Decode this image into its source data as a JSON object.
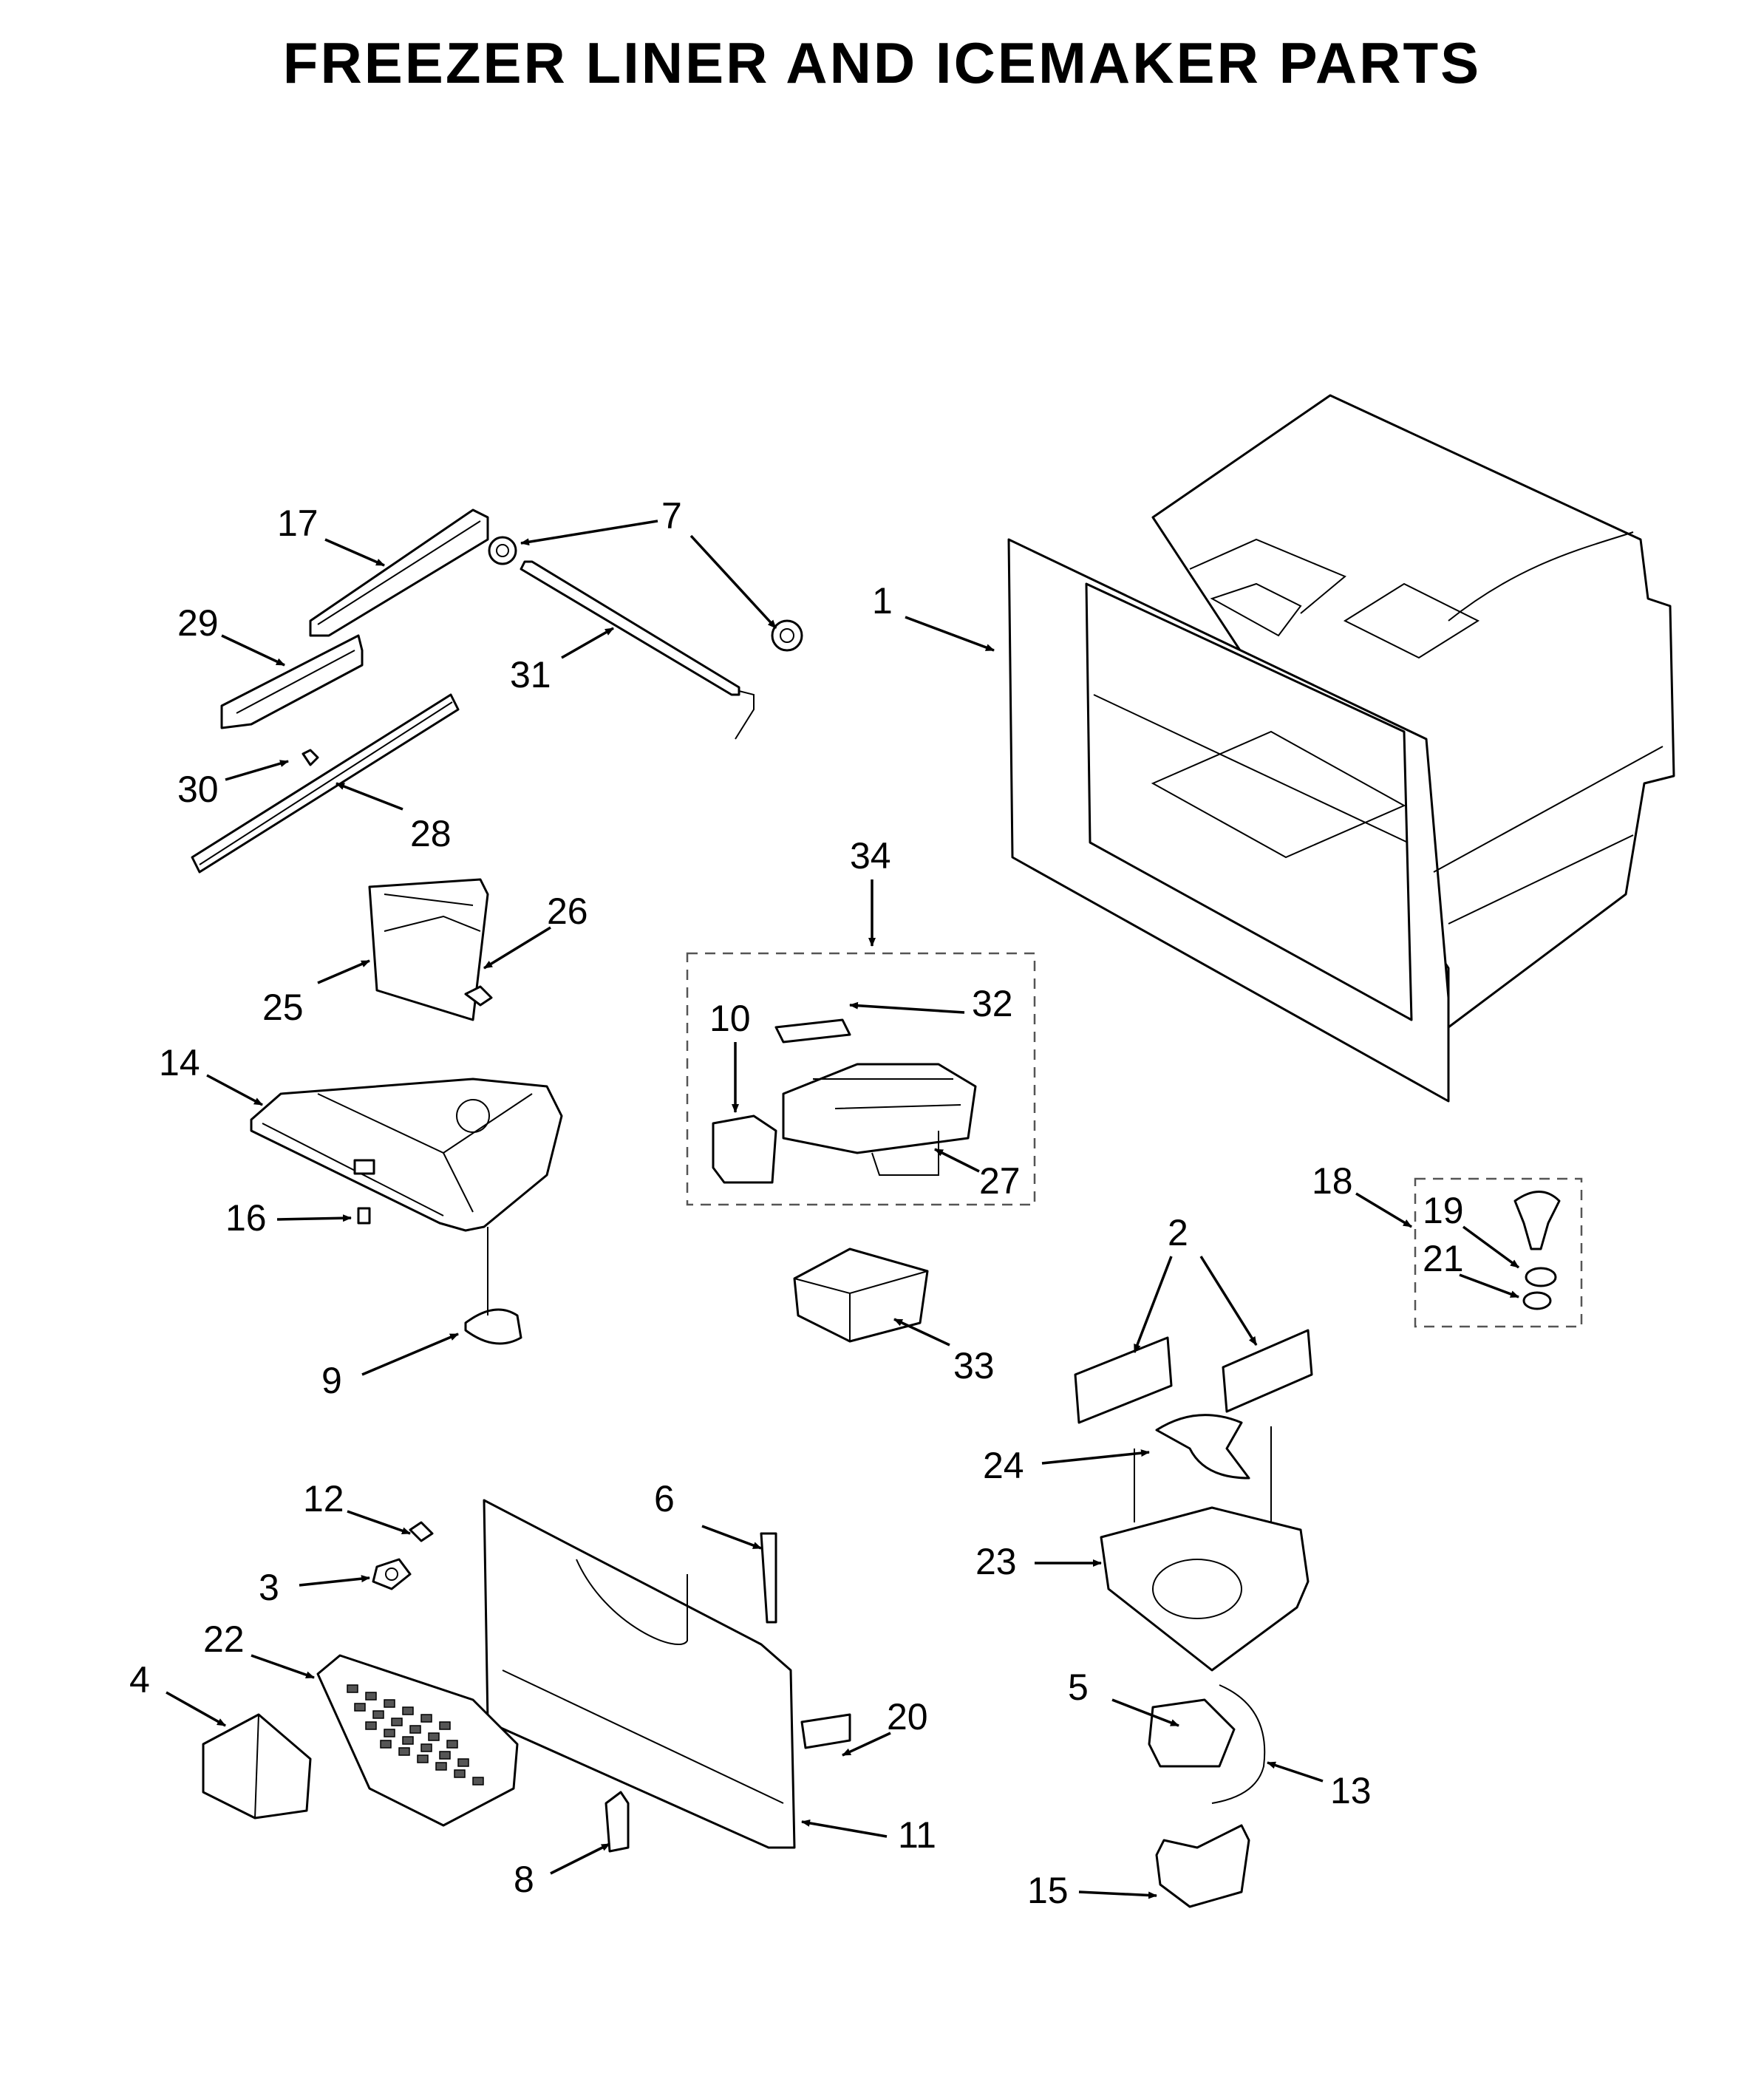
{
  "title": "FREEZER LINER AND ICEMAKER PARTS",
  "callouts": [
    "1",
    "2",
    "3",
    "4",
    "5",
    "6",
    "7",
    "8",
    "9",
    "10",
    "11",
    "12",
    "13",
    "14",
    "15",
    "16",
    "17",
    "18",
    "19",
    "20",
    "21",
    "22",
    "23",
    "24",
    "25",
    "26",
    "27",
    "28",
    "29",
    "30",
    "31",
    "32",
    "33",
    "34"
  ],
  "colors": {
    "ink": "#000000",
    "paper": "#ffffff",
    "group_box": "#555555"
  }
}
